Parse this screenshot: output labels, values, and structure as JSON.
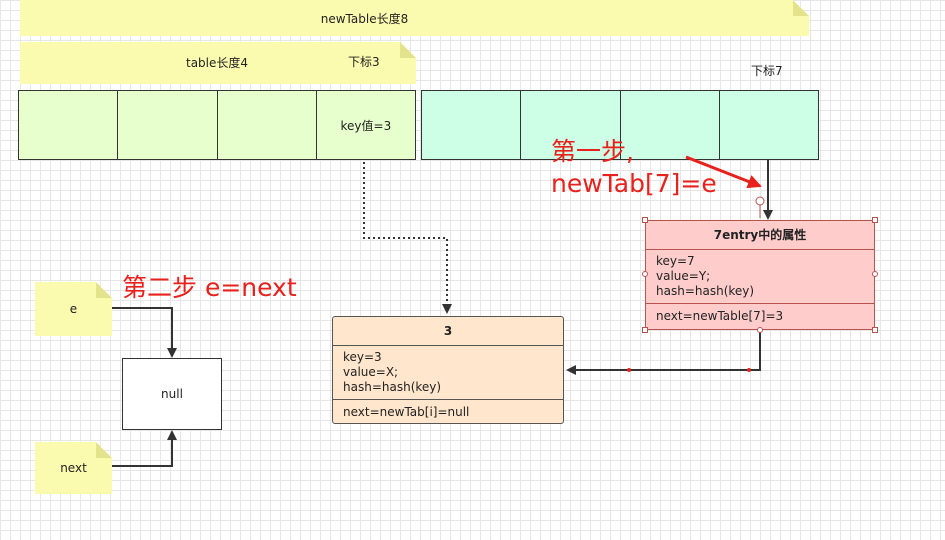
{
  "notes": {
    "new_table": "newTable长度8",
    "table": "table长度4",
    "index3": "下标3",
    "index7": "下标7",
    "e": "e",
    "next": "next"
  },
  "table_cells": [
    "",
    "",
    "",
    "key值=3"
  ],
  "new_table_cells": [
    "",
    "",
    "",
    ""
  ],
  "steps": {
    "step1_line1": "第一步,",
    "step1_line2": "newTab[7]=e",
    "step2": "第二步 e=next"
  },
  "entry3": {
    "title": "3",
    "props": [
      "key=3",
      "value=X;",
      "hash=hash(key)"
    ],
    "next": "next=newTab[i]=null"
  },
  "entry7": {
    "title": "7entry中的属性",
    "props": [
      "key=7",
      "value=Y;",
      "hash=hash(key)"
    ],
    "next": "next=newTable[7]=3"
  },
  "null_box": "null",
  "colors": {
    "old_table": "#e6ffcc",
    "new_table": "#ccffe6",
    "note": "#fbfbb0",
    "entry3": "#ffe6cc",
    "entry7": "#ffcccc",
    "annotation": "#e8211c"
  }
}
